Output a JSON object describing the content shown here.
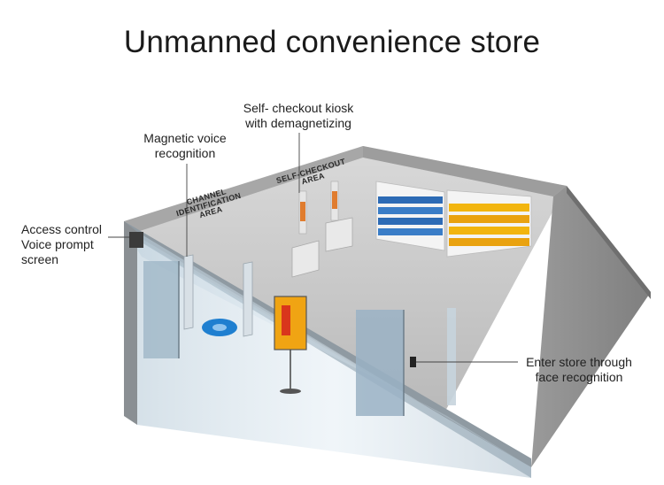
{
  "title": "Unmanned convenience store",
  "callouts": {
    "self_checkout": [
      "Self- checkout kiosk",
      "with demagnetizing"
    ],
    "magnetic_voice": [
      "Magnetic voice",
      "recognition"
    ],
    "access_control": [
      "Access control",
      "Voice prompt",
      "screen"
    ],
    "enter_store": [
      "Enter store through",
      "face recognition"
    ]
  },
  "area_labels": {
    "channel": [
      "CHANNEL",
      "IDENTIFICATION",
      "AREA"
    ],
    "self_checkout": [
      "SELF-CHECKOUT",
      "AREA"
    ]
  },
  "colors": {
    "floor": "#c8c8c8",
    "walls": "#8e8e8e",
    "glass": "#cfe0ec",
    "shelf_blue": "#2d6bb5",
    "shelf_yellow": "#f2b50f",
    "floor_logo": "#1f7fd0"
  }
}
